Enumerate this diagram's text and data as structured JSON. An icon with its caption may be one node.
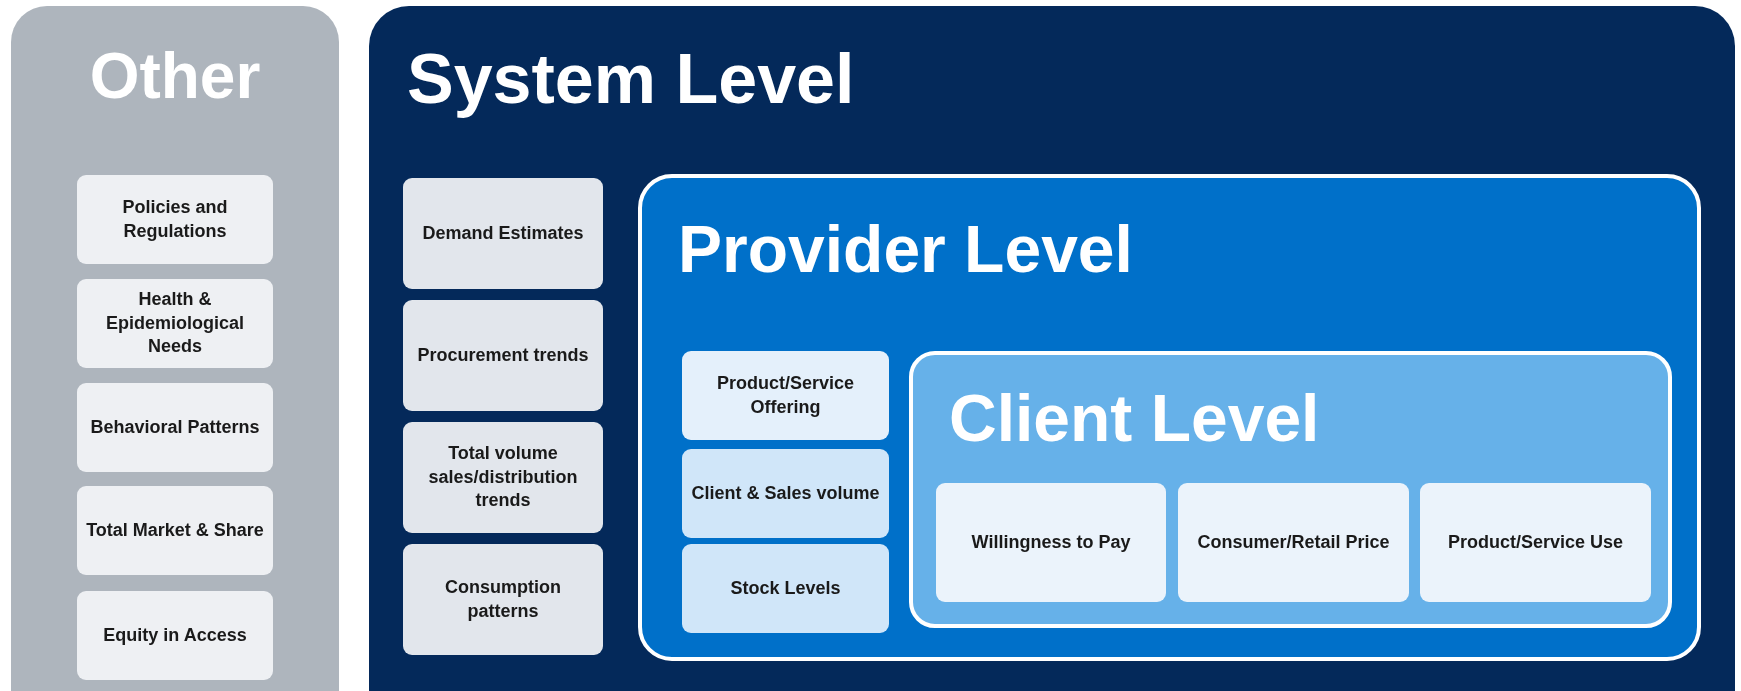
{
  "diagram": {
    "nodes": [
      {
        "text": [
          "Other"
        ]
      },
      {
        "text": [
          "Policies and Regulations"
        ],
        "in": 0
      },
      {
        "text": [
          "Health & Epidemiological Needs"
        ],
        "in": 0
      },
      {
        "text": [
          "Behavioral Patterns"
        ],
        "in": 0
      },
      {
        "text": [
          "Total Market & Share"
        ],
        "in": 0
      },
      {
        "text": [
          "Equity in Access"
        ],
        "in": 0
      },
      {
        "text": [
          "System Level"
        ]
      },
      {
        "text": [
          "Demand Estimates"
        ],
        "in": 6
      },
      {
        "text": [
          "Procurement trends"
        ],
        "in": 6
      },
      {
        "text": [
          "Total volume sales/distribution trends"
        ],
        "in": 6
      },
      {
        "text": [
          "Consumption patterns"
        ],
        "in": 6
      },
      {
        "text": [
          "Provider Level"
        ],
        "in": 6
      },
      {
        "text": [
          "Product/Service Offering"
        ],
        "in": 11
      },
      {
        "text": [
          "Client & Sales volume"
        ],
        "in": 11
      },
      {
        "text": [
          "Stock Levels"
        ],
        "in": 11
      },
      {
        "text": [
          "Client Level"
        ],
        "in": 11
      },
      {
        "text": [
          "Willingness to Pay"
        ],
        "in": 15
      },
      {
        "text": [
          "Consumer/Retail Price"
        ],
        "in": 15
      },
      {
        "text": [
          "Product/Service Use"
        ],
        "in": 15
      }
    ]
  }
}
